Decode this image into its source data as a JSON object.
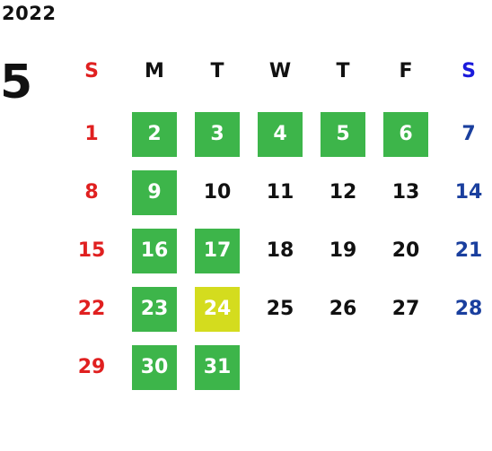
{
  "year": "2022",
  "month": "5",
  "weekdays": [
    {
      "label": "S",
      "color": "#e02020"
    },
    {
      "label": "M",
      "color": "#111111"
    },
    {
      "label": "T",
      "color": "#111111"
    },
    {
      "label": "W",
      "color": "#111111"
    },
    {
      "label": "T",
      "color": "#111111"
    },
    {
      "label": "F",
      "color": "#111111"
    },
    {
      "label": "S",
      "color": "#1a1adc"
    }
  ],
  "colors": {
    "sunday": "#e02020",
    "saturday": "#1a3f9e",
    "weekday": "#111111",
    "highlight_green": "#3db54a",
    "highlight_yellow": "#d4dc1e",
    "highlight_text": "#ffffff"
  },
  "first_weekday_index": 0,
  "days_in_month": 31,
  "highlights": {
    "2": "green",
    "3": "green",
    "4": "green",
    "5": "green",
    "6": "green",
    "9": "green",
    "16": "green",
    "17": "green",
    "23": "green",
    "24": "yellow",
    "30": "green",
    "31": "green"
  }
}
